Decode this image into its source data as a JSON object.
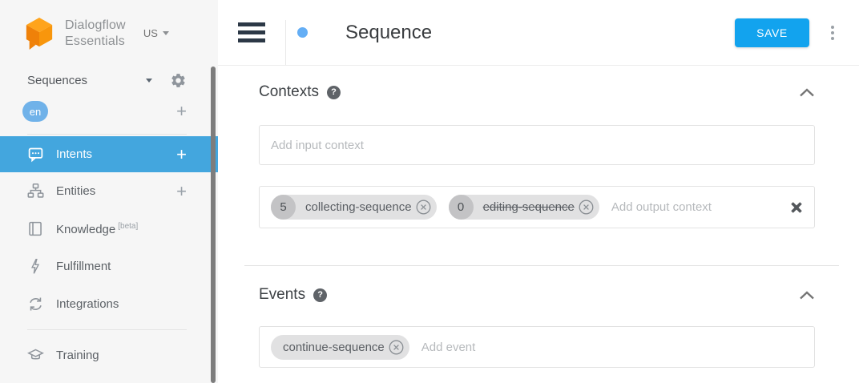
{
  "brand": {
    "name_line1": "Dialogflow",
    "name_line2": "Essentials",
    "region": "US"
  },
  "sidebar": {
    "agent_name": "Sequences",
    "language": "en",
    "add_language_label": "+",
    "items": {
      "intents": {
        "label": "Intents",
        "add": "+"
      },
      "entities": {
        "label": "Entities",
        "add": "+"
      },
      "knowledge": {
        "label": "Knowledge",
        "badge": "[beta]"
      },
      "fulfillment": {
        "label": "Fulfillment"
      },
      "integrations": {
        "label": "Integrations"
      },
      "training": {
        "label": "Training"
      }
    }
  },
  "header": {
    "title": "Sequence",
    "save_label": "SAVE"
  },
  "contexts": {
    "title": "Contexts",
    "help": "?",
    "input_placeholder": "Add input context",
    "output_placeholder": "Add output context",
    "output_chips": [
      {
        "lifespan": "5",
        "name": "collecting-sequence",
        "expired": false
      },
      {
        "lifespan": "0",
        "name": "editing-sequence",
        "expired": true
      }
    ]
  },
  "events": {
    "title": "Events",
    "help": "?",
    "placeholder": "Add event",
    "chips": [
      {
        "name": "continue-sequence"
      }
    ]
  },
  "colors": {
    "accent_blue": "#12a3ee",
    "active_item_blue": "#43a6de",
    "language_badge_blue": "#70b2e9",
    "title_dot_blue": "#64aef5",
    "logo_orange": "#f8960c"
  }
}
